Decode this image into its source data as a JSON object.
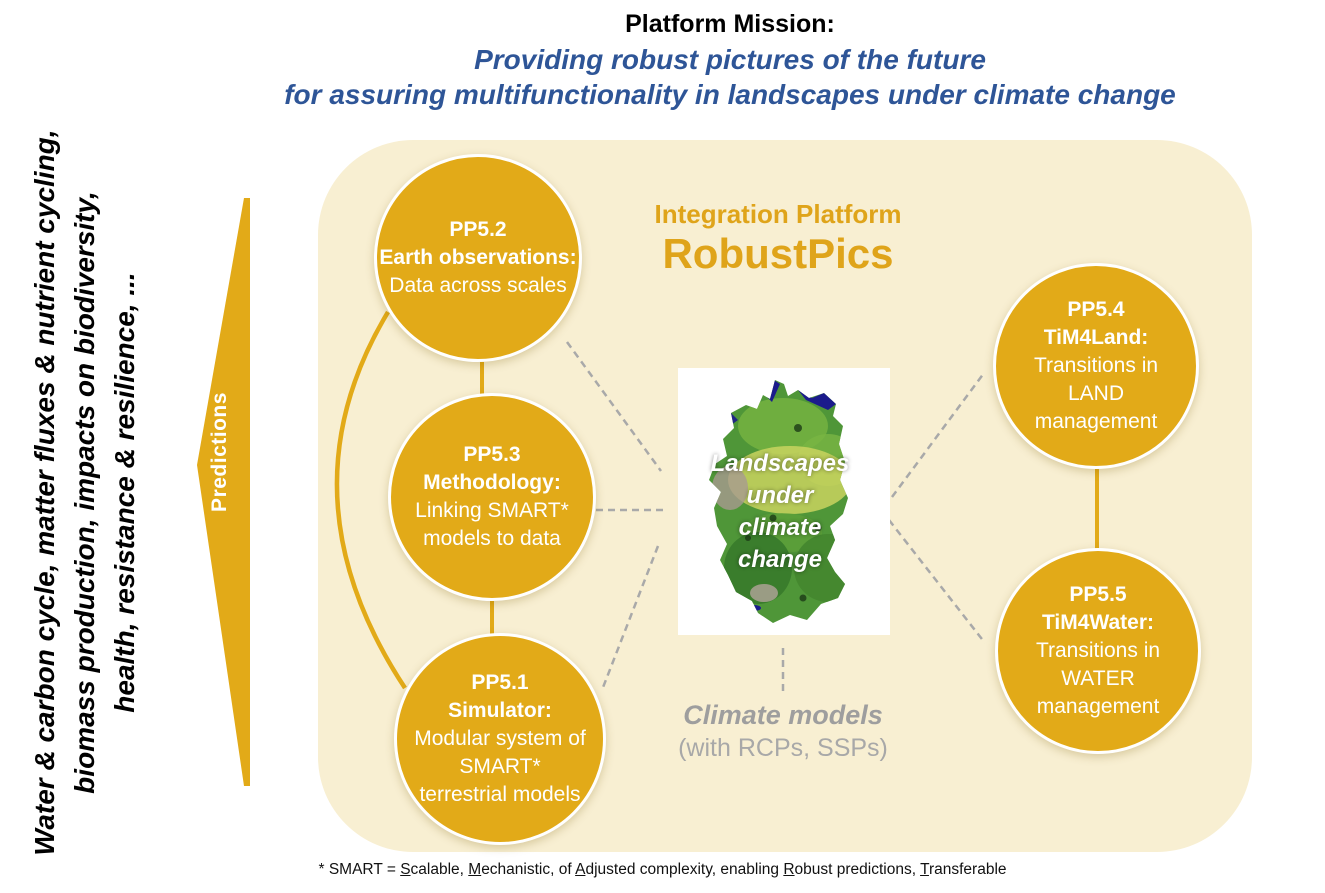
{
  "mission": {
    "title": "Platform Mission:",
    "statement_line1": "Providing robust pictures of the future",
    "statement_line2": "for assuring multifunctionality in landscapes under climate change"
  },
  "sidebar": {
    "rotated_lines": [
      "Water & carbon cycle, matter fluxes & nutrient cycling,",
      "biomass production, impacts on biodiversity,",
      "health, resistance & resilience, ..."
    ],
    "arrow_label": "Predictions"
  },
  "platform": {
    "header": "Integration Platform",
    "name": "RobustPics"
  },
  "map": {
    "caption_lines": [
      "Landscapes",
      "under",
      "climate",
      "change"
    ]
  },
  "climate_models": {
    "title": "Climate models",
    "subtitle": "(with RCPs, SSPs)"
  },
  "circles": [
    {
      "code": "PP5.2",
      "heading": "Earth observations:",
      "body_lines": [
        "Data across scales"
      ]
    },
    {
      "code": "PP5.3",
      "heading": "Methodology:",
      "body_lines": [
        "Linking SMART*",
        "models to data"
      ]
    },
    {
      "code": "PP5.1",
      "heading": "Simulator:",
      "body_lines": [
        "Modular system of",
        "SMART*",
        "terrestrial models"
      ]
    },
    {
      "code": "PP5.4",
      "heading": "TiM4Land:",
      "body_lines": [
        "Transitions in",
        "LAND",
        "management"
      ]
    },
    {
      "code": "PP5.5",
      "heading": "TiM4Water:",
      "body_lines": [
        "Transitions in",
        "WATER",
        "management"
      ]
    }
  ],
  "footnote": {
    "segments": [
      {
        "text": "* SMART = ",
        "u": false
      },
      {
        "text": "S",
        "u": true
      },
      {
        "text": "calable, ",
        "u": false
      },
      {
        "text": "M",
        "u": true
      },
      {
        "text": "echanistic, of ",
        "u": false
      },
      {
        "text": "A",
        "u": true
      },
      {
        "text": "djusted complexity, enabling ",
        "u": false
      },
      {
        "text": "R",
        "u": true
      },
      {
        "text": "obust predictions, ",
        "u": false
      },
      {
        "text": "T",
        "u": true
      },
      {
        "text": "ransferable",
        "u": false
      }
    ]
  },
  "colors": {
    "gold": "#e2aa18",
    "panel_beige": "#f8efd2",
    "mission_blue": "#2e5597",
    "muted_gray": "#a9a9a9"
  }
}
